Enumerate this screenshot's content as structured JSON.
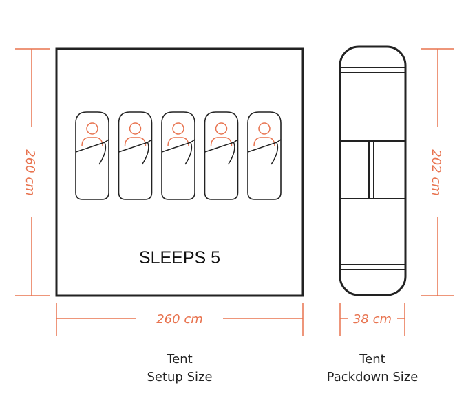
{
  "colors": {
    "accent": "#e8734f",
    "outline": "#222222"
  },
  "setup": {
    "height_label": "260 cm",
    "width_label": "260 cm",
    "sleeps_label": "SLEEPS 5",
    "caption_line1": "Tent",
    "caption_line2": "Setup Size",
    "sleeping_bag_count": 5
  },
  "packdown": {
    "height_label": "202 cm",
    "width_label": "38 cm",
    "caption_line1": "Tent",
    "caption_line2": "Packdown Size"
  }
}
